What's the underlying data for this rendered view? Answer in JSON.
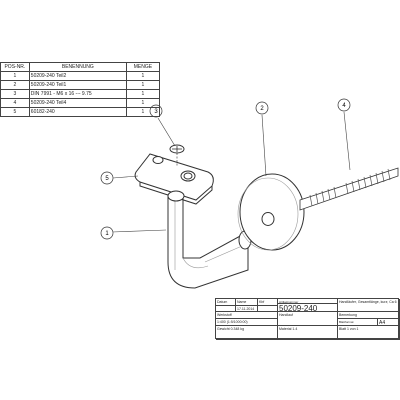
{
  "bom": {
    "headers": [
      "POS-NR.",
      "BENENNUNG",
      "MENGE"
    ],
    "rows": [
      {
        "pos": "1",
        "name": "50209-240 Teil2",
        "qty": "1"
      },
      {
        "pos": "2",
        "name": "50209-240 Teil1",
        "qty": "1"
      },
      {
        "pos": "3",
        "name": "DIN 7991 - M6 x 16 --- 9.75",
        "qty": "1"
      },
      {
        "pos": "4",
        "name": "50209-240 Teil4",
        "qty": "1"
      },
      {
        "pos": "5",
        "name": "60182-240",
        "qty": "1"
      }
    ]
  },
  "balloons": {
    "b1": "1",
    "b2": "2",
    "b3": "3",
    "b4": "4",
    "b5": "5"
  },
  "title_block": {
    "datum_label": "Datum",
    "name_label": "Name",
    "datum": "17.11.2014",
    "name_value": "Kbf",
    "drawing_no_label": "Artikelnummer",
    "drawing_no": "50209-240",
    "benennung_label": "Handlauf",
    "description": "Handläufer, Gesamtlänge, kurz; Ca 6",
    "bemerkung_label": "Bemerkung",
    "werkstoff_label": "Werkstoff",
    "scale": "1:400 (1:5/1000:00)",
    "format_label": "Blattformat",
    "format": "A4",
    "gewicht": "Gewicht 0.348 kg",
    "material_label": "Material 1.4",
    "sheet": "Blatt 1 von 1"
  },
  "colors": {
    "line": "#333333",
    "fill": "#ffffff",
    "shade": "#cfcfcf"
  }
}
